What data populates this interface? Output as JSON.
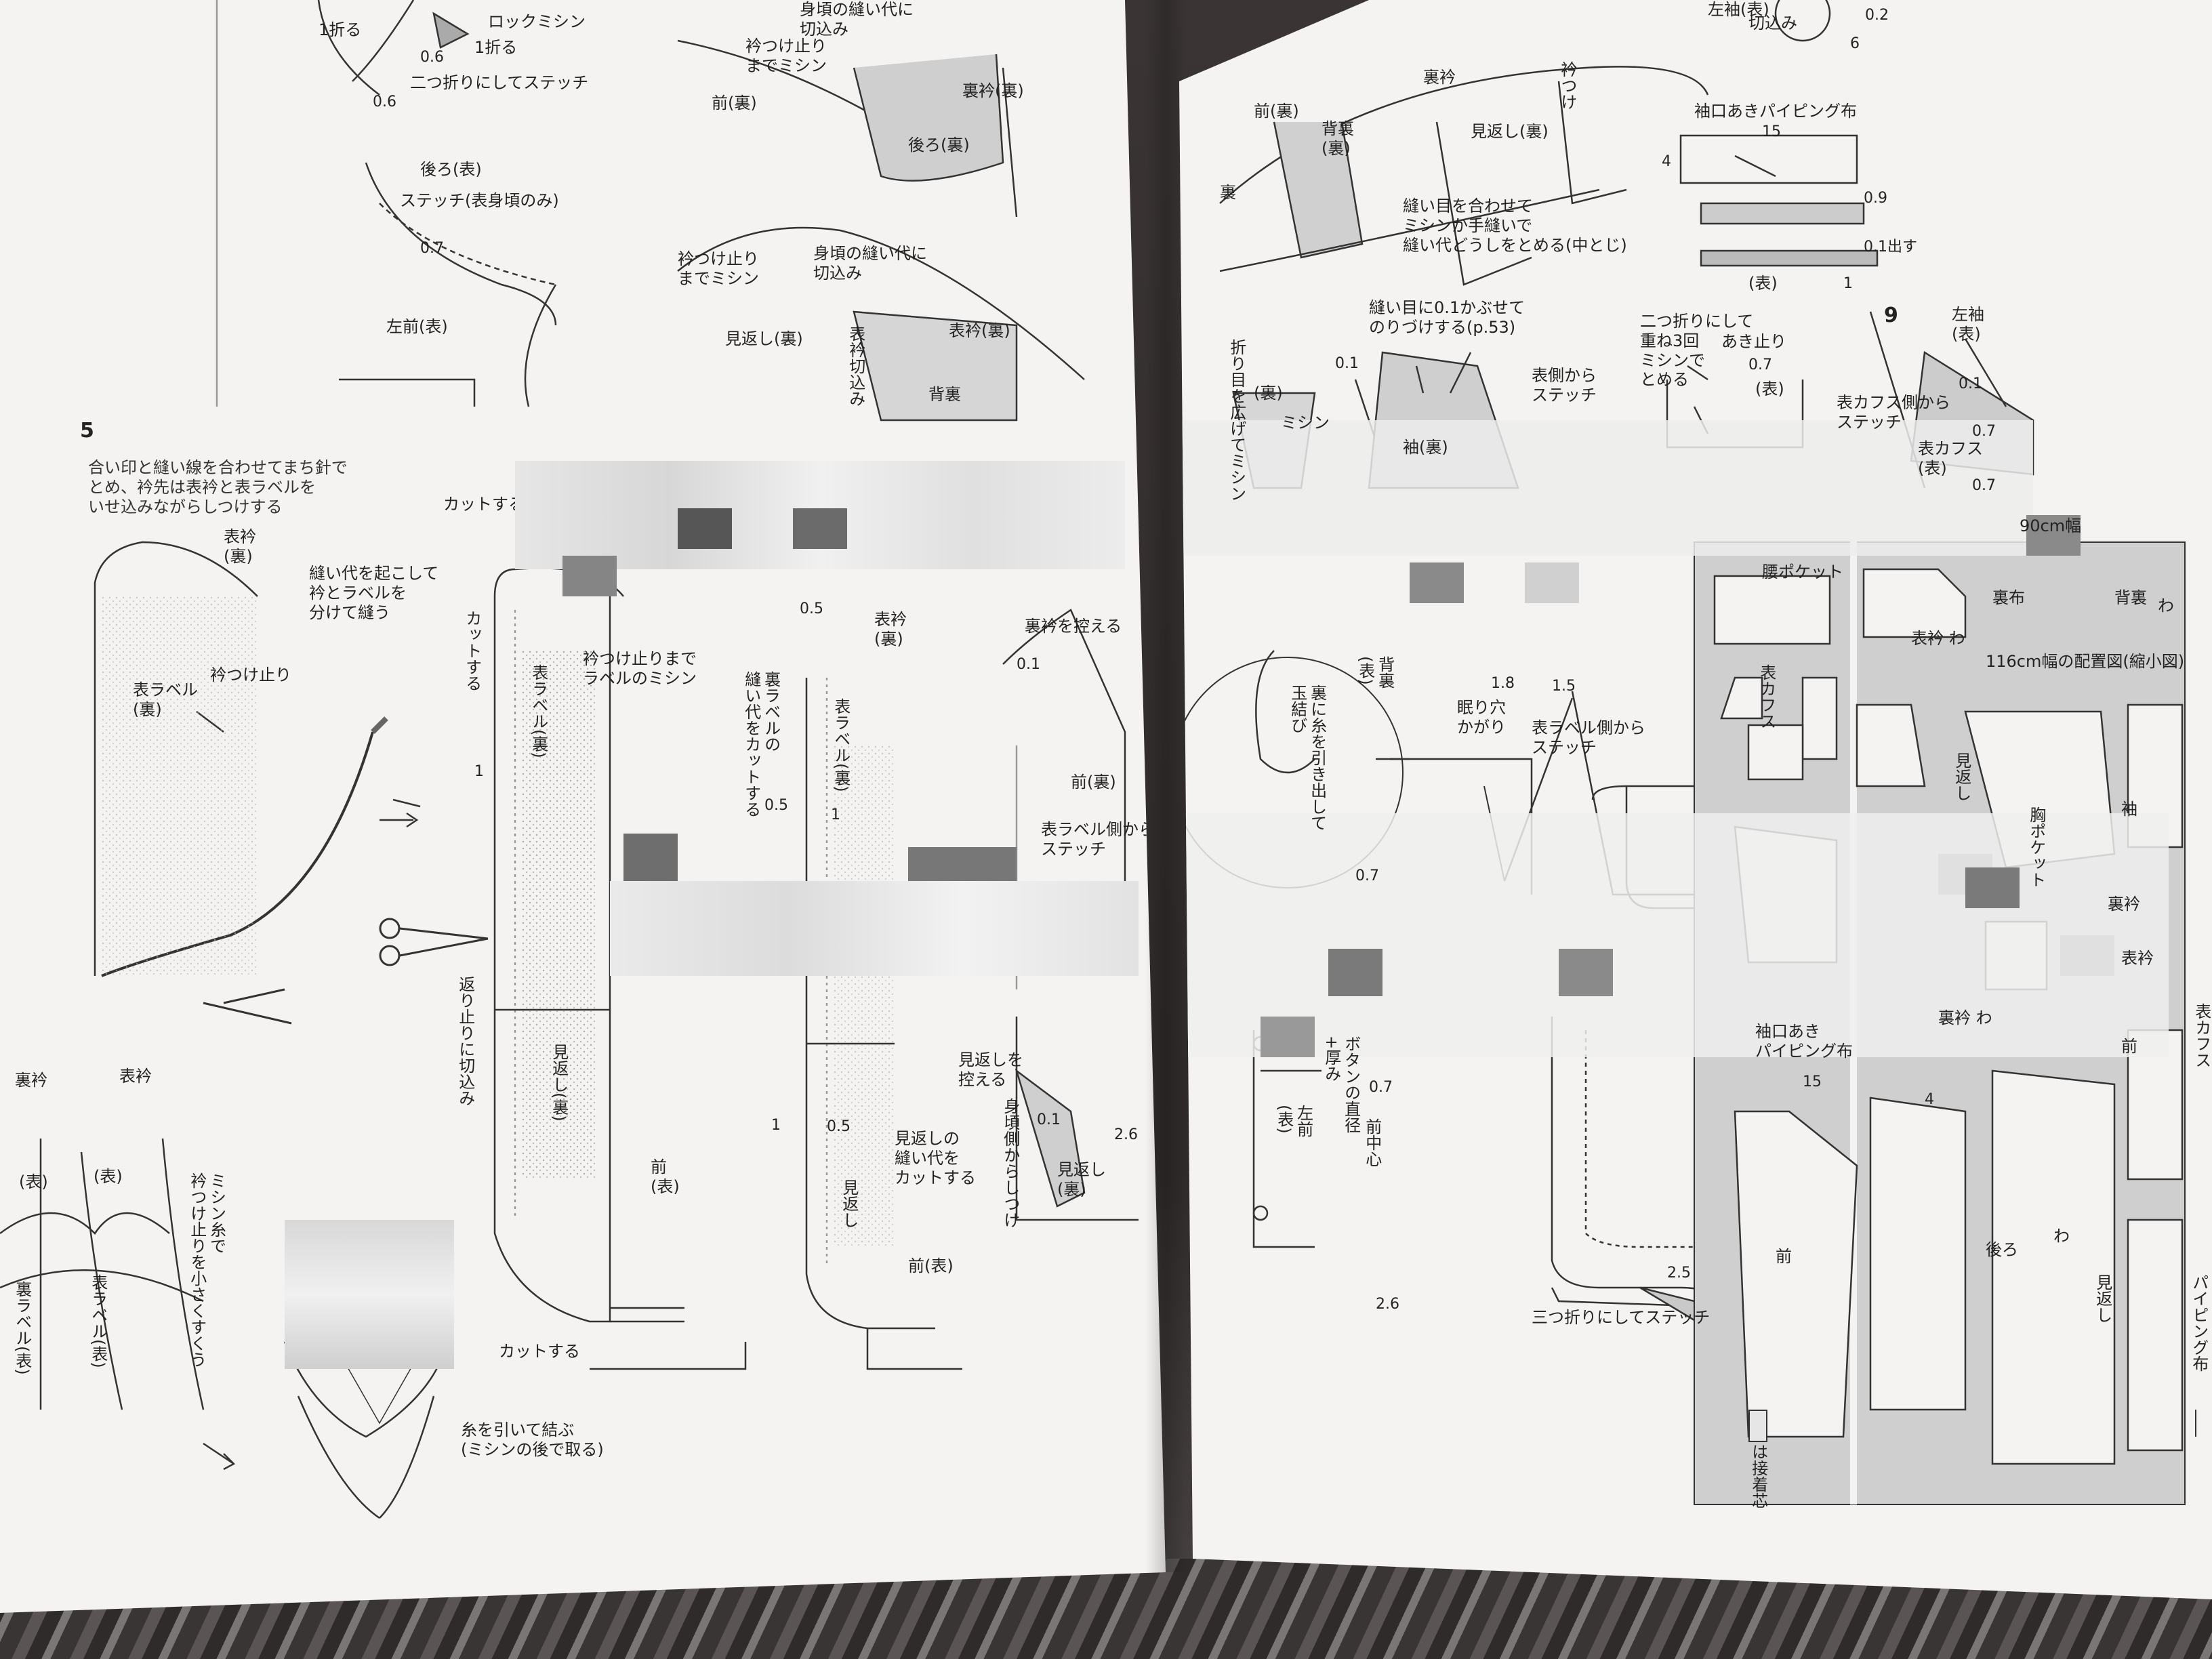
{
  "left_page": {
    "step_number": "5",
    "labels": {
      "fold1": "1折る",
      "lock_machine": "ロックミシン",
      "fold1b": "1折る",
      "m06a": "0.6",
      "m06b": "0.6",
      "nitsuori_stitch": "二つ折りにしてステッチ",
      "back_omote": "後ろ(表)",
      "stitch_omote": "ステッチ(表身頃のみ)",
      "m07": "0.7",
      "left_front": "左前(表)",
      "eri_stop_machine": "衿つけ止り\nまでミシン",
      "mae_ura": "前(裏)",
      "ura_eri_ura": "裏衿(裏)",
      "migoro_nuishiro": "身頃の縫い代に\n切込み",
      "ushiro_ura": "後ろ(裏)",
      "eri_stop_machine2": "衿つけ止り\nまでミシン",
      "migoro_nuishiro2": "身頃の縫い代に\n切込み",
      "mikaeshi_ura": "見返し(裏)",
      "omote_eri_ura": "表衿(裏)",
      "omote_eri_kirikomi": "表衿切込み",
      "sebura": "背裏",
      "instruction5": "合い印と縫い線を合わせてまち針で\nとめ、衿先は表衿と表ラベルを\nいせ込みながらしつけする",
      "omote_eri_ura2": "表衿\n(裏)",
      "nuishiro_okoshite": "縫い代を起こして\n衿とラベルを\n分けて縫う",
      "eri_stop": "衿つけ止り",
      "omote_label_ura": "表ラベル\n(裏)",
      "cut_suru_top": "カットする",
      "cut_suru_v": "カットする",
      "omote_label_ura2": "表ラベル(裏)",
      "eri_tsuke_label": "衿つけ止りまで\nラベルのミシン",
      "one_a": "1",
      "kaeshi_kirikomi": "返り止りに切込み",
      "mikaeshi_ura2": "見返し(裏)",
      "mae_omote": "前\n(表)",
      "cut_suru_bottom": "カットする",
      "m05a": "0.5",
      "omote_eri_ura3": "表衿\n(裏)",
      "ura_label_cut": "裏ラベルの\n縫い代をカットする",
      "omote_label_ura3": "表ラベル(裏)",
      "m05b": "0.5",
      "one_b": "1",
      "mikaeshi_nuishiro_cut": "見返しの\n縫い代を\nカットする",
      "mikaeshi": "見返し",
      "mae_omote2": "前(表)",
      "one_c": "1",
      "m05c": "0.5",
      "cut_suru_small": "カットする",
      "ura_eri_hikaeru": "裏衿を控える",
      "m01": "0.1",
      "mae_ura2": "前(裏)",
      "omote_label_side": "表ラベル側から\nステッチ",
      "mikaeshi_hikaeru": "見返しを\n控える",
      "migoro_kara": "身頃側からしつけ",
      "m01b": "0.1",
      "m26": "2.6",
      "mikaeshi_ura3": "見返し\n(裏)",
      "ura_eri": "裏衿",
      "omote_eri": "表衿",
      "omote_paren": "(表)",
      "omote_paren2": "(表)",
      "ura_label": "裏ラベル(表)",
      "omote_label": "表ラベル(表)",
      "machine_ito": "ミシン糸で\n衿つけ止りを小さくすくう",
      "ito_hiite": "糸を引いて結ぶ\n(ミシンの後で取る)"
    }
  },
  "right_page": {
    "step_number": "9",
    "labels": {
      "mae_ura": "前(裏)",
      "ura": "裏",
      "ura_eri": "裏衿",
      "eri_tsuke": "衿つけ",
      "sebura_ura": "背裏\n(裏)",
      "mikaeshi_ura": "見返し(裏)",
      "nuime_awasete": "縫い目を合わせて\nミシンか手縫いで\n縫い代どうしをとめる(中とじ)",
      "hidari_sode": "左袖(表)",
      "kirikomi": "切込み",
      "m02": "0.2",
      "m6": "6",
      "sodeguchi_piping": "袖口あきパイピング布",
      "m15": "15",
      "m4": "4",
      "m09": "0.9",
      "m01dasu": "0.1出す",
      "omote": "(表)",
      "one": "1",
      "nuime_01": "縫い目に0.1かぶせて\nのりづけする(p.53)",
      "m01": "0.1",
      "omote_gawa_stitch": "表側から\nステッチ",
      "sode_ura": "袖(裏)",
      "ori_hirogete": "折り目を広げてミシン",
      "ura2": "(裏)",
      "machine": "ミシン",
      "nitsuori": "二つ折りにして\n重ね3回\nミシンで\nとめる",
      "aki_stop": "あき止り",
      "m07": "0.7",
      "omote2": "(表)",
      "hidari_sode2": "左袖\n(表)",
      "m01b": "0.1",
      "omote_cuffs_stitch": "表カフス側から\nステッチ",
      "m07b": "0.7",
      "omote_cuffs": "表カフス\n(表)",
      "m07c": "0.7",
      "width90": "90cm幅",
      "koshi_pocket": "腰ポケット",
      "urafu": "裏布",
      "sebura2": "背裏",
      "wa": "わ",
      "omote_eri_wa": "表衿 わ",
      "width116": "116cm幅の配置図(縮小図)",
      "sebura3": "背裏\n(表)",
      "m18": "1.8",
      "m15b": "1.5",
      "menuri": "眠り穴\nかがり",
      "omote_label_stitch": "表ラベル側から\nステッチ",
      "ura_ito": "裏に糸を引き出して\n玉結び",
      "omote_cuffs2": "表カフス",
      "mikaeshi": "見返し",
      "sode": "袖",
      "mune_pocket": "胸ポケット",
      "urairi": "裏衿",
      "omote_eri": "表衿",
      "m07d": "0.7",
      "ura_eri_wa": "裏衿 わ",
      "sodeguchi_aki": "袖口あき\nパイピング布",
      "m15c": "15",
      "m4b": "4",
      "mae": "前",
      "omote_cuffs3": "表カフス",
      "button_size": "ボタンの直径\n+厚み",
      "hidari_mae": "左前\n(表)",
      "m07e": "0.7",
      "mae_chushin": "前中心",
      "mae2": "前",
      "ushiro": "後ろ",
      "wa2": "わ",
      "mikaeshi2": "見返し",
      "piping": "パイピング布",
      "m26": "2.6",
      "m25": "2.5",
      "mitsuori_stitch": "三つ折りにしてステッチ",
      "legend": "は接着芯"
    }
  },
  "colors": {
    "paper": "#f4f3f1",
    "ink": "#222222",
    "pattern_fill": "#c9c9c9",
    "mosaic_gray": "#bdbdbd"
  }
}
